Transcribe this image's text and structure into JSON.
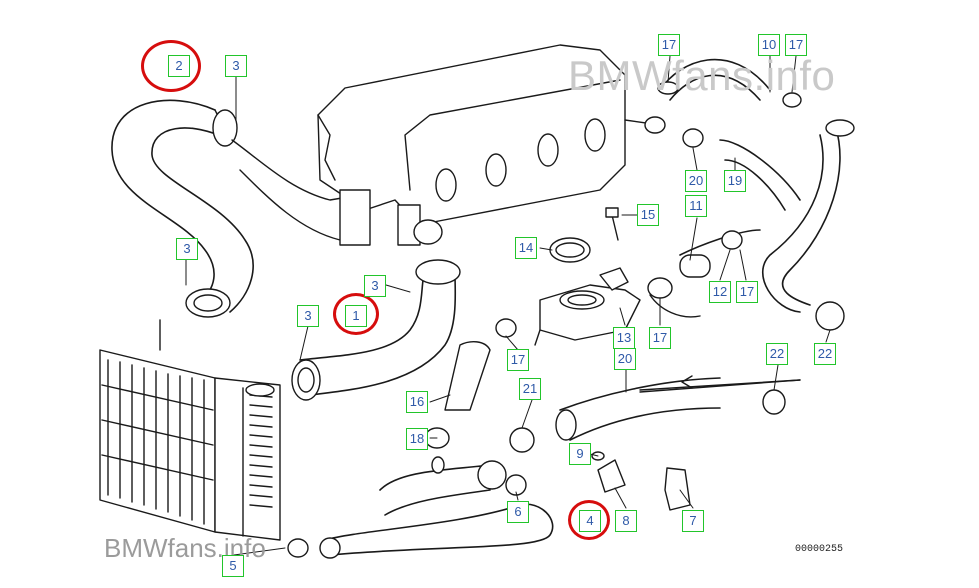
{
  "watermark": "BMWfans.info",
  "diagram_code": "00000255",
  "callouts": [
    "2",
    "3",
    "3",
    "3",
    "1",
    "3",
    "5",
    "16",
    "18",
    "6",
    "21",
    "9",
    "4",
    "8",
    "7",
    "14",
    "15",
    "13",
    "17",
    "17",
    "20",
    "22",
    "22",
    "12",
    "17",
    "11",
    "20",
    "19",
    "17",
    "10",
    "17"
  ],
  "highlighted": [
    "2",
    "1",
    "4"
  ],
  "colors": {
    "callout_border": "#22c52b",
    "callout_text": "#2f5aa8",
    "highlight_ring": "#d60d0d",
    "line_art": "#1a1a1a"
  }
}
